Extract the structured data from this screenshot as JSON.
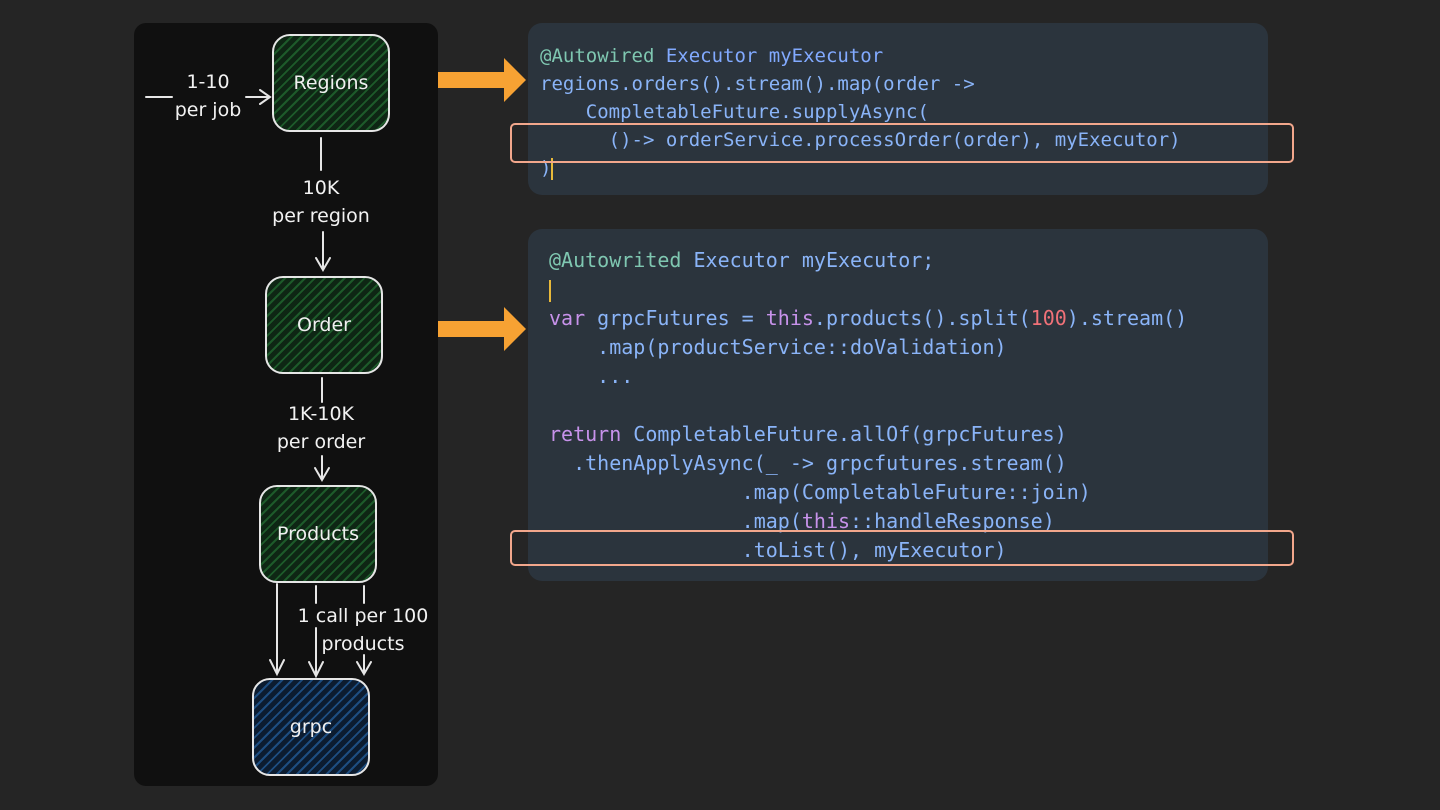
{
  "diagram": {
    "nodes": {
      "regions": "Regions",
      "order": "Order",
      "products": "Products",
      "grpc": "grpc"
    },
    "labels": {
      "jobs_count": "1-10",
      "jobs_unit": "per job",
      "orders_count": "10K",
      "orders_unit": "per region",
      "products_count": "1K-10K",
      "products_unit": "per order",
      "calls_line1": "1 call per 100",
      "calls_line2": "products"
    }
  },
  "code_block_1": {
    "line1": {
      "ann": "@Autowired",
      "rest": " Executor myExecutor"
    },
    "line2": "regions.orders().stream().map(order ->",
    "line3": "    CompletableFuture.supplyAsync(",
    "line4": "      ()-> orderService.processOrder(order), myExecutor)",
    "line5": ")"
  },
  "code_block_2": {
    "line1": {
      "ann": "@Autowrited",
      "rest": " Executor myExecutor;"
    },
    "line3": {
      "kw": "var",
      "a": " grpcFutures = ",
      "this": "this",
      "b": ".products().split(",
      "num": "100",
      "c": ").stream()"
    },
    "line4": "    .map(productService::doValidation)",
    "line5": "    ...",
    "line7": {
      "kw": "return",
      "rest": " CompletableFuture.allOf(grpcFutures)"
    },
    "line8": "  .thenApplyAsync(_ -> grpcfutures.stream()",
    "line9": "                .map(CompletableFuture::join)",
    "line10": {
      "pre": "                .map(",
      "this": "this",
      "post": "::handleResponse)"
    },
    "line11": "                .toList(), myExecutor)"
  },
  "colors": {
    "background": "#252525",
    "panel": "#101010",
    "code_panel": "#2b343d",
    "arrow": "#f7a233",
    "highlight": "#f2a78c",
    "node_green": "#1d5a2a",
    "node_blue": "#1d4d80"
  }
}
